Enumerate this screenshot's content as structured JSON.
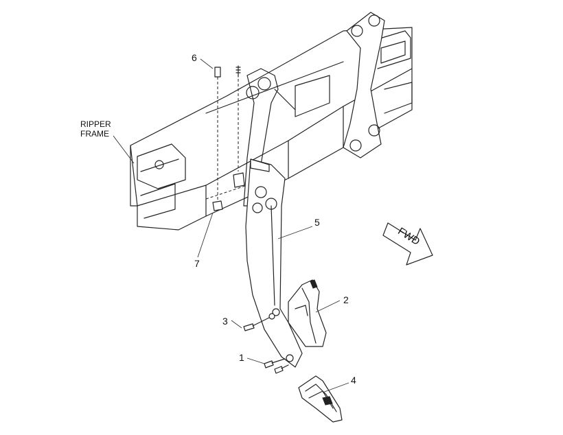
{
  "labels": {
    "frame_line1": "RIPPER",
    "frame_line2": "FRAME",
    "callout_1": "1",
    "callout_2": "2",
    "callout_3": "3",
    "callout_4": "4",
    "callout_5": "5",
    "callout_6": "6",
    "callout_7": "7",
    "fwd": "FWD"
  }
}
